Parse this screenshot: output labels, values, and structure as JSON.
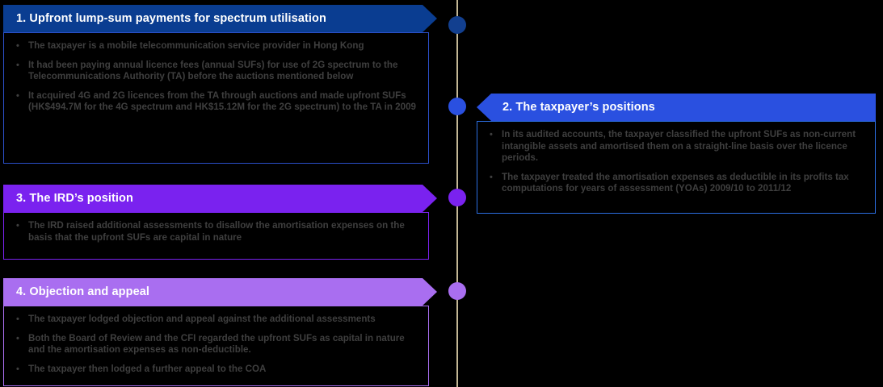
{
  "diagram": {
    "type": "vertical-timeline",
    "axis_color": "#c3b795",
    "steps": [
      {
        "id": "step-1",
        "side": "left",
        "title": "1. Upfront lump-sum payments for spectrum utilisation",
        "header_color": "#0a3d91",
        "border_color": "#2b4fc9",
        "dot_color": "#123f8f",
        "bullets": [
          "The taxpayer is a mobile telecommunication service provider in Hong Kong",
          "It had been paying annual licence fees (annual SUFs) for use of 2G spectrum to the Telecommunications Authority (TA) before the auctions mentioned below",
          "It acquired 4G and 2G licences from the TA through auctions and made upfront SUFs (HK$494.7M for the 4G spectrum and HK$15.12M for the 2G spectrum) to the TA in 2009"
        ]
      },
      {
        "id": "step-2",
        "side": "right",
        "title": "2. The taxpayer’s positions",
        "header_color": "#2a50e0",
        "border_color": "#2b6ee0",
        "dot_color": "#2a50e0",
        "bullets": [
          "In its audited accounts, the taxpayer classified the upfront SUFs as non-current intangible assets and amortised them on a straight-line basis over the licence periods.",
          "The taxpayer treated the amortisation expenses as deductible in its profits tax computations for years of assessment (YOAs) 2009/10 to 2011/12"
        ]
      },
      {
        "id": "step-3",
        "side": "left",
        "title": "3. The IRD’s position",
        "header_color": "#7a22ef",
        "border_color": "#7a22ef",
        "dot_color": "#7a22ef",
        "bullets": [
          "The IRD raised additional assessments to disallow the amortisation expenses on the basis that the upfront SUFs are capital in nature"
        ]
      },
      {
        "id": "step-4",
        "side": "left",
        "title": "4. Objection and appeal",
        "header_color": "#a96ef0",
        "border_color": "#a96ef0",
        "dot_color": "#a96ef0",
        "bullets": [
          "The taxpayer lodged objection and appeal against the additional assessments",
          "Both the Board of Review and the CFI regarded the upfront SUFs as capital in nature and the amortisation expenses as non-deductible.",
          "The taxpayer then lodged a further appeal to the COA"
        ]
      }
    ],
    "bullet_glyph": "•"
  }
}
